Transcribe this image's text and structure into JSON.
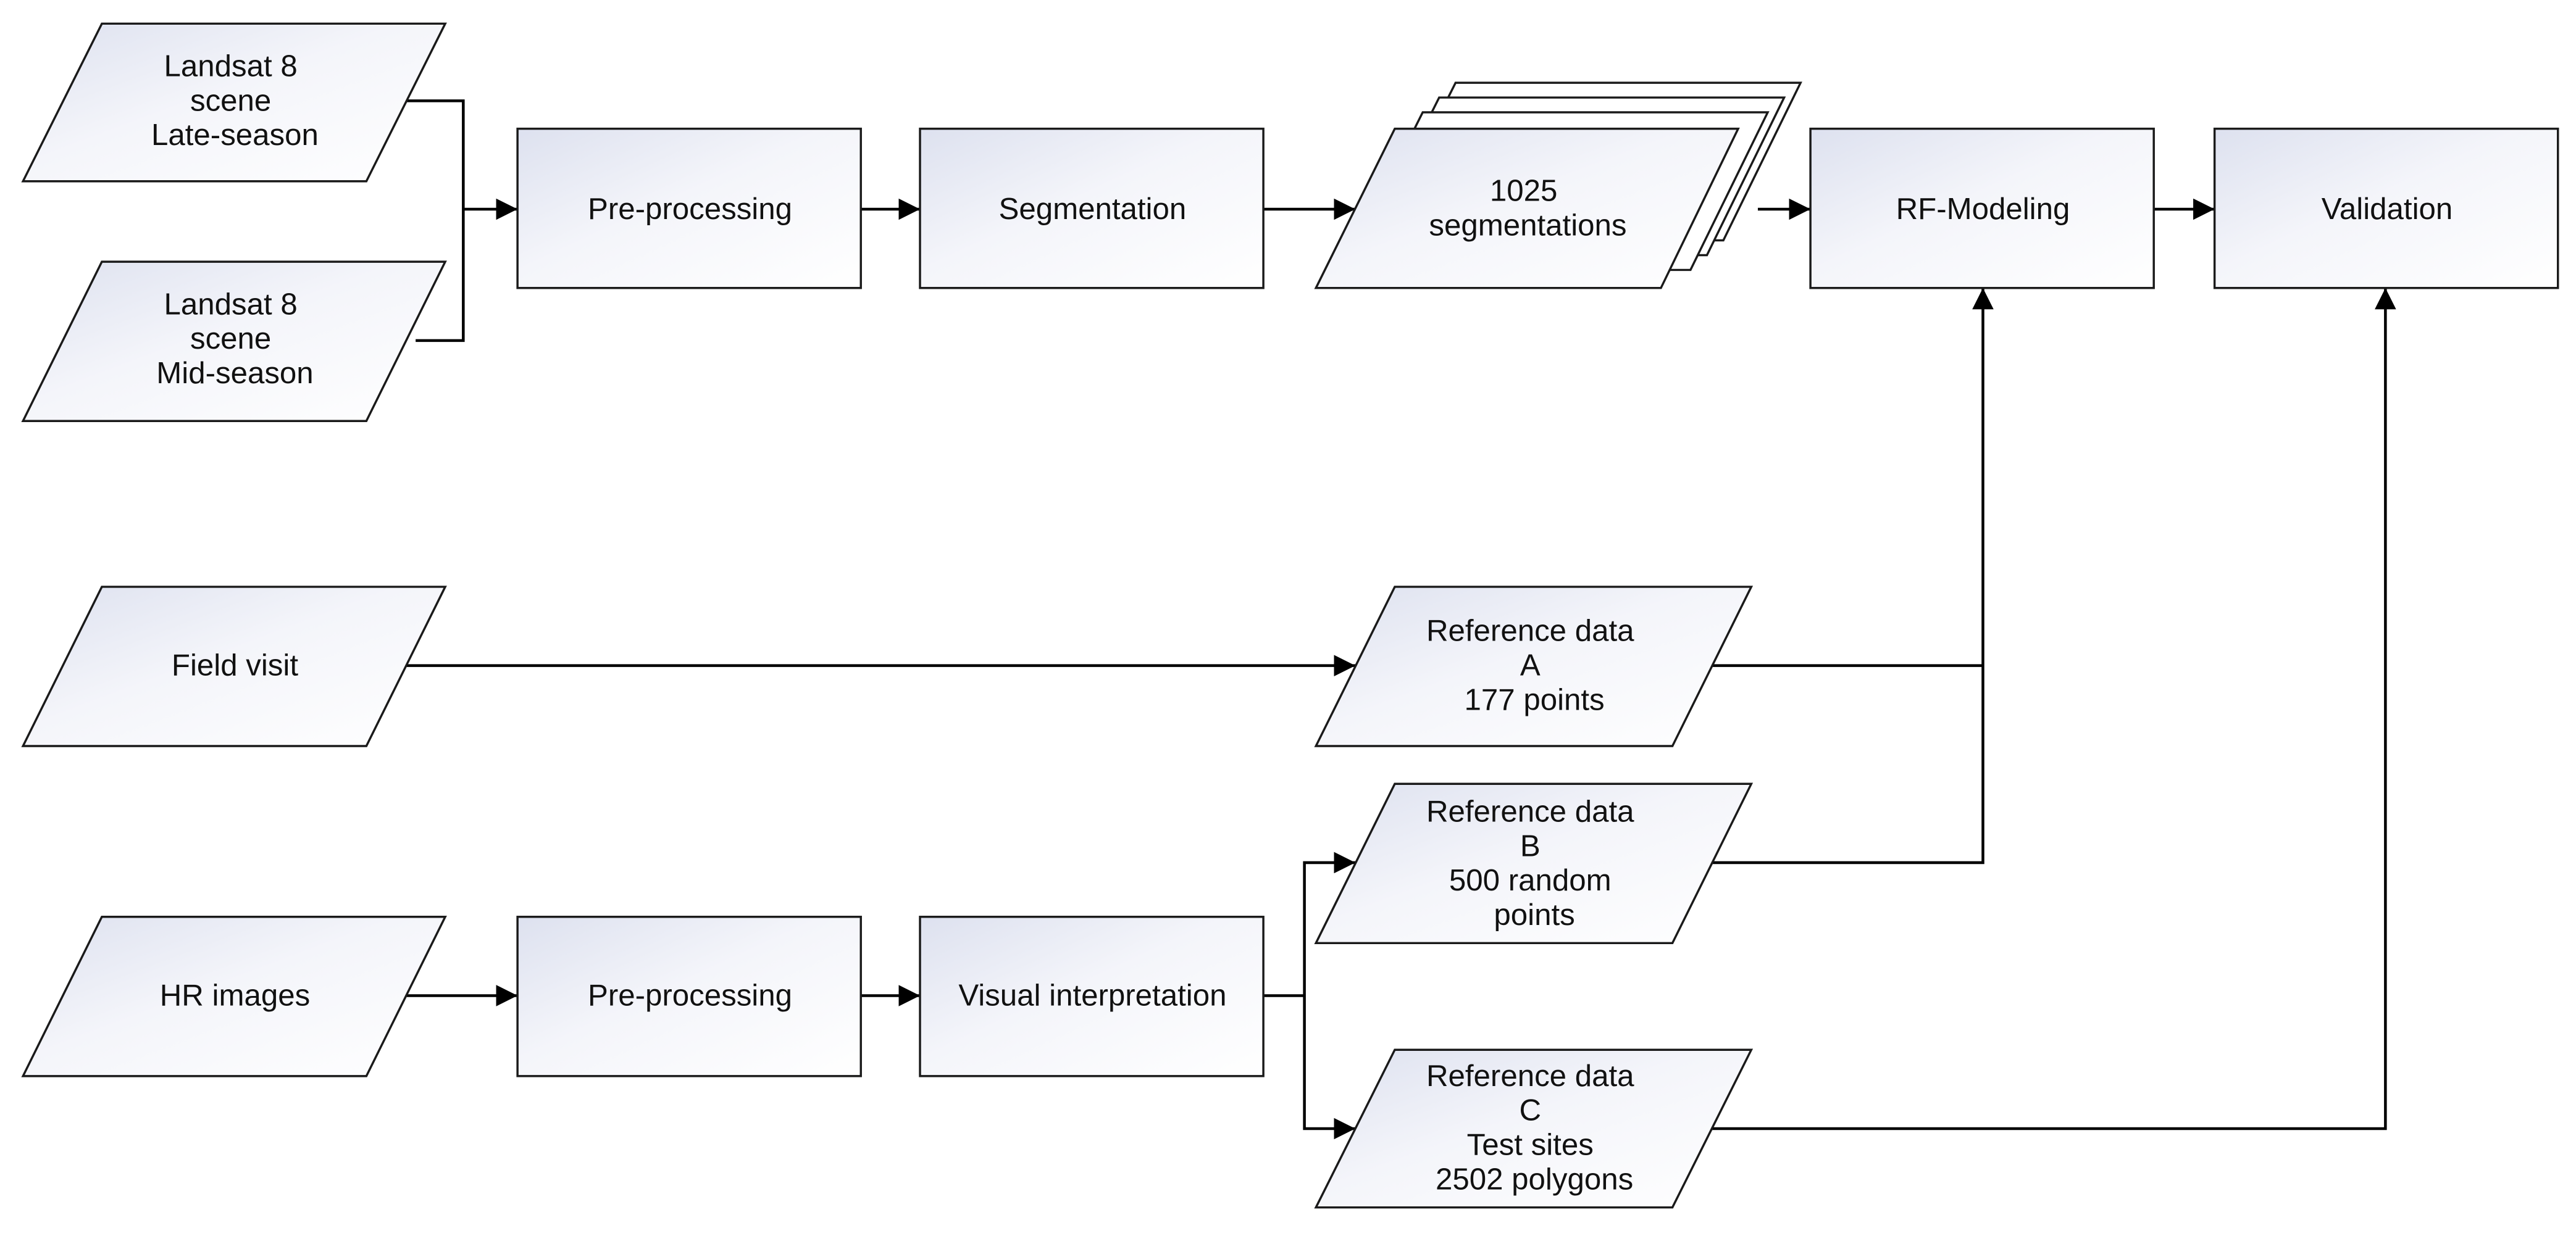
{
  "nodes": {
    "landsat_late": {
      "lines": [
        "Landsat 8",
        "scene",
        "Late-season"
      ]
    },
    "landsat_mid": {
      "lines": [
        "Landsat 8",
        "scene",
        "Mid-season"
      ]
    },
    "preprocessing_top": {
      "lines": [
        "Pre-processing"
      ]
    },
    "segmentation": {
      "lines": [
        "Segmentation"
      ]
    },
    "segmentations_1025": {
      "lines": [
        "1025",
        "segmentations"
      ]
    },
    "rf_modeling": {
      "lines": [
        "RF-Modeling"
      ]
    },
    "validation": {
      "lines": [
        "Validation"
      ]
    },
    "field_visit": {
      "lines": [
        "Field visit"
      ]
    },
    "reference_a": {
      "lines": [
        "Reference data",
        "A",
        "177 points"
      ]
    },
    "reference_b": {
      "lines": [
        "Reference data",
        "B",
        "500 random",
        "points"
      ]
    },
    "hr_images": {
      "lines": [
        "HR images"
      ]
    },
    "preprocessing_bottom": {
      "lines": [
        "Pre-processing"
      ]
    },
    "visual_interpretation": {
      "lines": [
        "Visual interpretation"
      ]
    },
    "reference_c": {
      "lines": [
        "Reference data",
        "C",
        "Test sites",
        "2502 polygons"
      ]
    }
  },
  "edges": [
    {
      "from": "landsat_late",
      "to": "preprocessing_top"
    },
    {
      "from": "landsat_mid",
      "to": "preprocessing_top"
    },
    {
      "from": "preprocessing_top",
      "to": "segmentation"
    },
    {
      "from": "segmentation",
      "to": "segmentations_1025"
    },
    {
      "from": "segmentations_1025",
      "to": "rf_modeling"
    },
    {
      "from": "rf_modeling",
      "to": "validation"
    },
    {
      "from": "field_visit",
      "to": "reference_a"
    },
    {
      "from": "reference_a",
      "to": "rf_modeling"
    },
    {
      "from": "reference_b",
      "to": "rf_modeling"
    },
    {
      "from": "hr_images",
      "to": "preprocessing_bottom"
    },
    {
      "from": "preprocessing_bottom",
      "to": "visual_interpretation"
    },
    {
      "from": "visual_interpretation",
      "to": "reference_b"
    },
    {
      "from": "visual_interpretation",
      "to": "reference_c"
    },
    {
      "from": "reference_c",
      "to": "validation"
    }
  ]
}
